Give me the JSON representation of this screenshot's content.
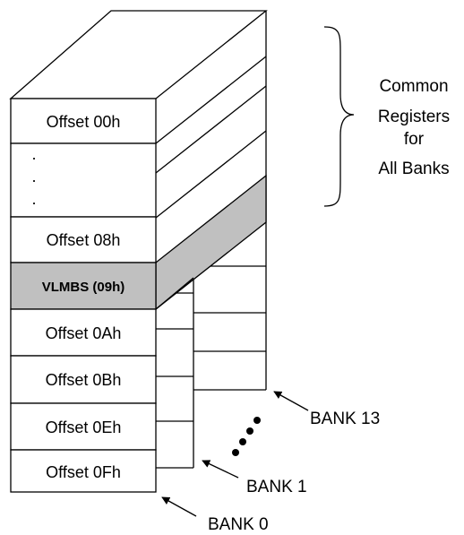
{
  "stack": {
    "cells": [
      {
        "label": "Offset 00h"
      },
      {
        "label": "."
      },
      {
        "label": "."
      },
      {
        "label": "."
      },
      {
        "label": "Offset 08h"
      },
      {
        "label": "VLMBS (09h)"
      },
      {
        "label": "Offset 0Ah"
      },
      {
        "label": "Offset 0Bh"
      },
      {
        "label": "Offset 0Eh"
      },
      {
        "label": "Offset 0Fh"
      }
    ],
    "highlight_color": "#c0c0c0"
  },
  "brace_note": {
    "lines": [
      "Common",
      "Registers",
      "for",
      "All Banks"
    ]
  },
  "banks": {
    "bank0": "BANK 0",
    "bank1": "BANK 1",
    "bank13": "BANK 13"
  }
}
